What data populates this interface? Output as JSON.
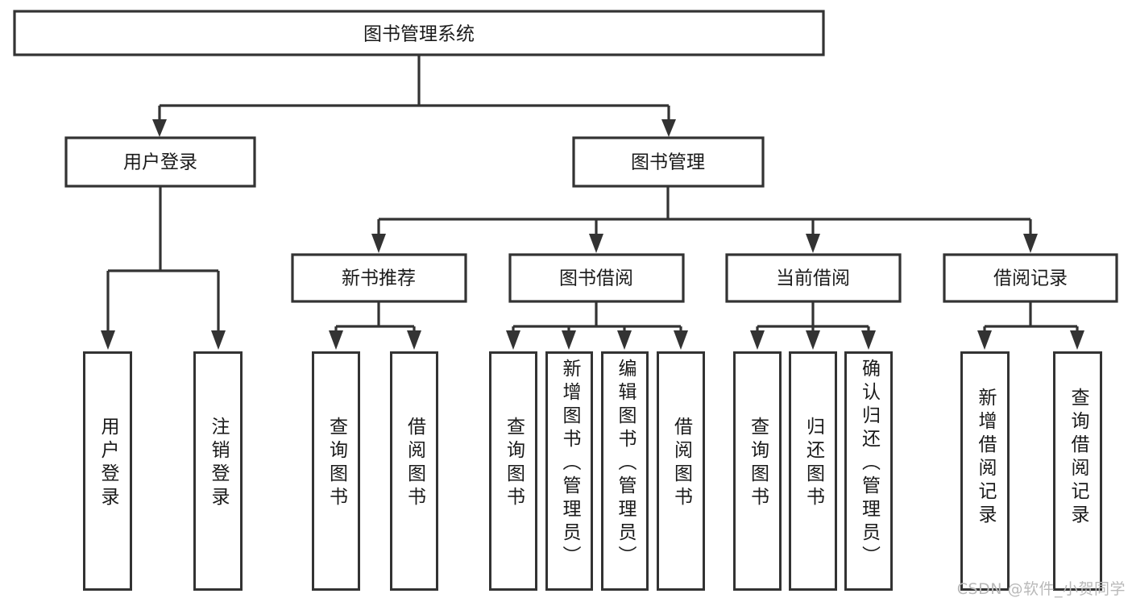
{
  "diagram": {
    "title": "图书管理系统",
    "type": "tree-hierarchy-diagram",
    "colors": {
      "stroke": "#333333",
      "fill": "#ffffff",
      "text": "#1a1a1a",
      "watermark": "#b9b9b9"
    },
    "root": {
      "label": "图书管理系统"
    },
    "level2": [
      {
        "label": "用户登录"
      },
      {
        "label": "图书管理"
      }
    ],
    "level3": [
      {
        "label": "新书推荐"
      },
      {
        "label": "图书借阅"
      },
      {
        "label": "当前借阅"
      },
      {
        "label": "借阅记录"
      }
    ],
    "leaves": {
      "user_login": [
        {
          "label": "用户登录"
        },
        {
          "label": "注销登录"
        }
      ],
      "new_book_recommend": [
        {
          "label": "查询图书"
        },
        {
          "label": "借阅图书"
        }
      ],
      "book_borrow": [
        {
          "label": "查询图书"
        },
        {
          "label": "新增图书（管理员）"
        },
        {
          "label": "编辑图书（管理员）"
        },
        {
          "label": "借阅图书"
        }
      ],
      "current_borrow": [
        {
          "label": "查询图书"
        },
        {
          "label": "归还图书"
        },
        {
          "label": "确认归还（管理员）"
        }
      ],
      "borrow_record": [
        {
          "label": "新增借阅记录"
        },
        {
          "label": "查询借阅记录"
        }
      ]
    },
    "watermark": "CSDN @软件_小贺同学"
  }
}
